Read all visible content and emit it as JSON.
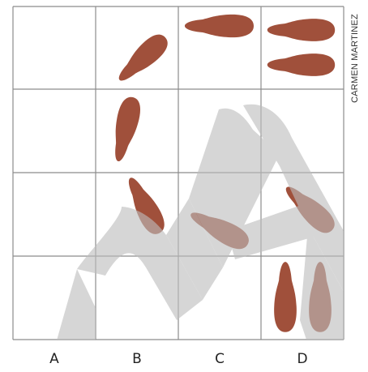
{
  "colors": {
    "footprint": "#A0503B",
    "grid_line": "#8C8C8C",
    "watermark": "#BDBDBD",
    "background": "#FFFFFF"
  },
  "column_labels": [
    "A",
    "B",
    "C",
    "D"
  ],
  "credit": "CARMEN MARTINEZ",
  "watermark_text": "NA",
  "grid": {
    "rows": 4,
    "columns": 4
  },
  "cells": [
    {
      "row": 1,
      "col": "A",
      "footprints": []
    },
    {
      "row": 1,
      "col": "B",
      "footprints": [
        {
          "foot": "right",
          "direction": "diagonal up-right"
        }
      ]
    },
    {
      "row": 1,
      "col": "C",
      "footprints": [
        {
          "foot": "right",
          "direction": "right"
        }
      ]
    },
    {
      "row": 1,
      "col": "D",
      "footprints": [
        {
          "foot": "right",
          "direction": "right"
        },
        {
          "foot": "left",
          "direction": "right"
        }
      ]
    },
    {
      "row": 2,
      "col": "A",
      "footprints": []
    },
    {
      "row": 2,
      "col": "B",
      "footprints": [
        {
          "foot": "left",
          "direction": "up"
        }
      ]
    },
    {
      "row": 2,
      "col": "C",
      "footprints": []
    },
    {
      "row": 2,
      "col": "D",
      "footprints": []
    },
    {
      "row": 3,
      "col": "A",
      "footprints": []
    },
    {
      "row": 3,
      "col": "B",
      "footprints": [
        {
          "foot": "right",
          "direction": "diagonal down"
        }
      ]
    },
    {
      "row": 3,
      "col": "C",
      "footprints": [
        {
          "foot": "left",
          "direction": "diagonal down-right"
        }
      ]
    },
    {
      "row": 3,
      "col": "D",
      "footprints": [
        {
          "foot": "right",
          "direction": "diagonal down-right"
        }
      ]
    },
    {
      "row": 4,
      "col": "A",
      "footprints": []
    },
    {
      "row": 4,
      "col": "B",
      "footprints": []
    },
    {
      "row": 4,
      "col": "C",
      "footprints": []
    },
    {
      "row": 4,
      "col": "D",
      "footprints": [
        {
          "foot": "left",
          "direction": "down"
        },
        {
          "foot": "right",
          "direction": "down"
        }
      ]
    }
  ]
}
